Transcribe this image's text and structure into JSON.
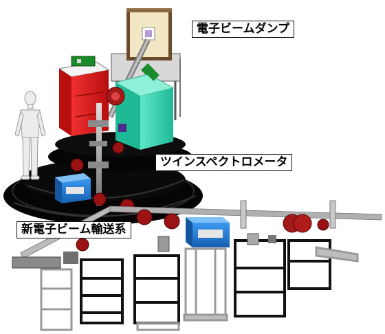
{
  "labels": {
    "beam_dump": "電子ビームダンプ",
    "twin_spectrometer": "ツインスペクトロメータ",
    "new_beam_transport": "新電子ビーム輸送系"
  },
  "colors": {
    "red_magnet_box": "#e11b1b",
    "teal_spectrometer": "#2fd6b0",
    "blue_magnet": "#1e7ed8",
    "dump_box": "#f3e6c4",
    "dump_frame": "#6b4a2a",
    "green_panel": "#1a8a2a",
    "black_base": "#050505",
    "steel_frame": "#9a9a9a",
    "beam_pipe": "#b5b5b5",
    "red_quadrupole": "#9b1212",
    "mannequin": "#ececec"
  },
  "icons": [
    "human-figure-icon",
    "beam-dump-icon",
    "spectrometer-icon",
    "magnet-icon",
    "beam-pipe-icon",
    "support-stand-icon"
  ]
}
